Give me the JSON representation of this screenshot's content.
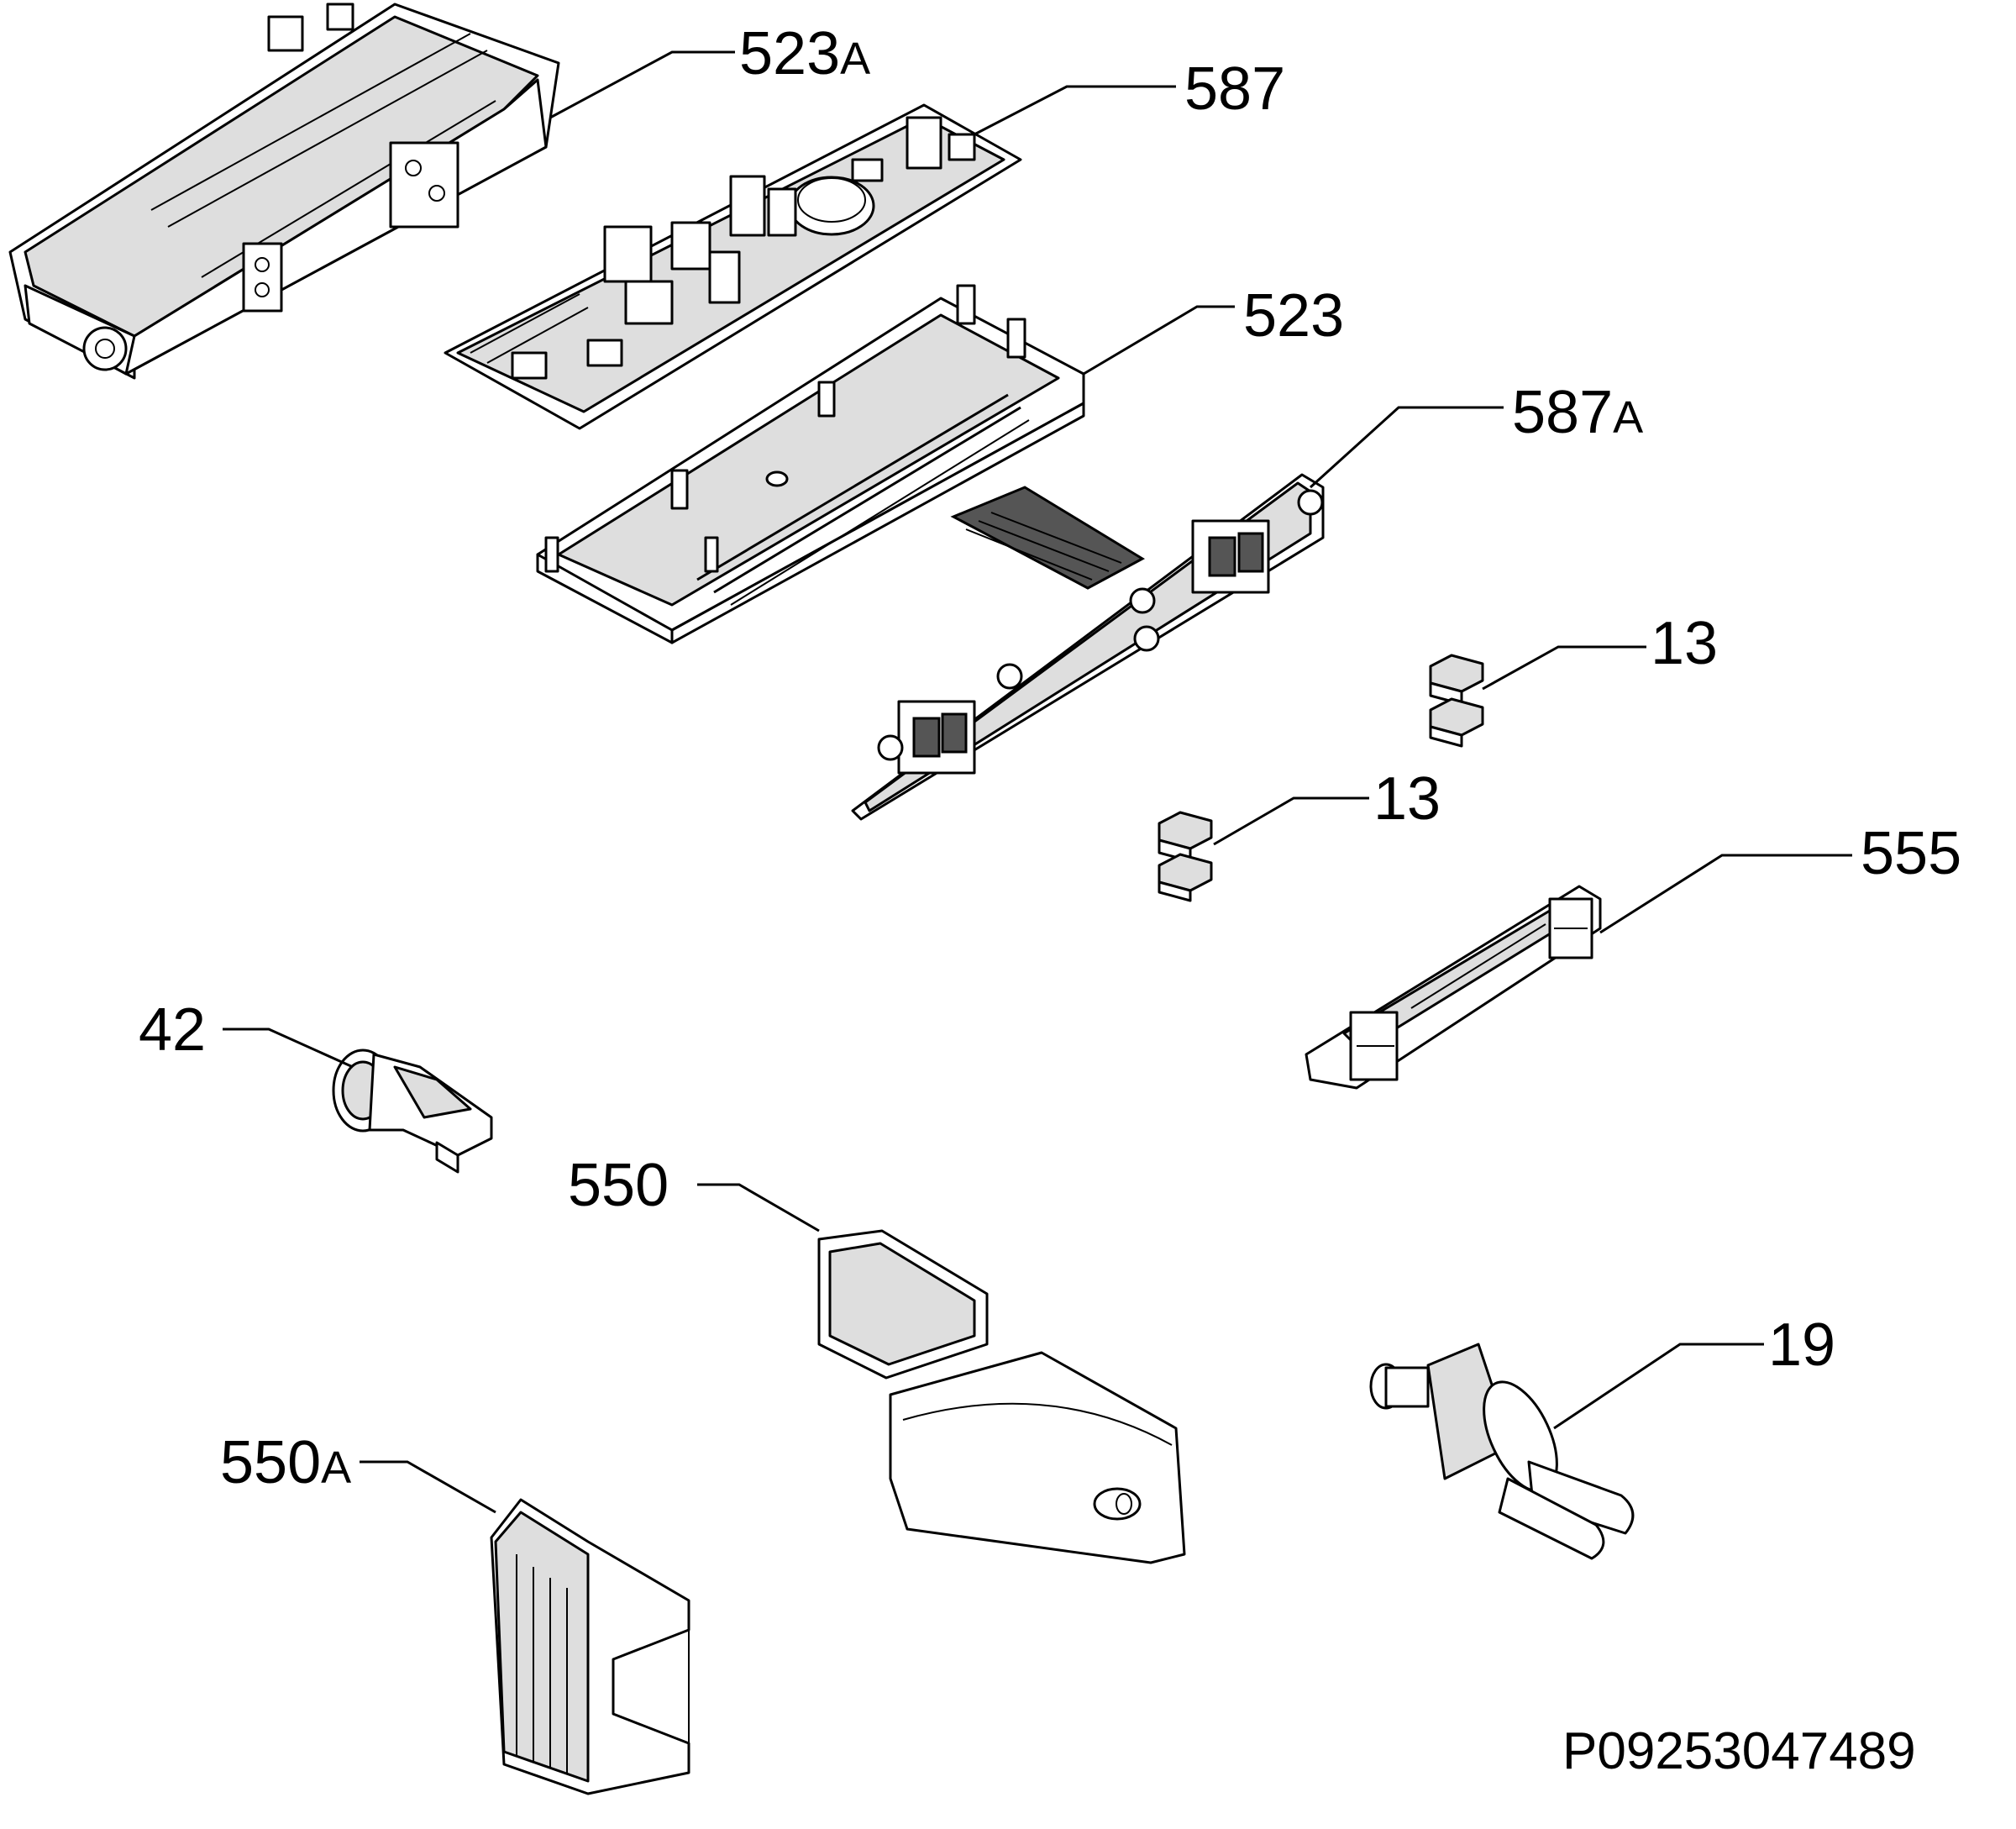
{
  "diagram": {
    "callouts": [
      {
        "id": "523a",
        "number": "523",
        "suffix": "A"
      },
      {
        "id": "587",
        "number": "587",
        "suffix": ""
      },
      {
        "id": "523",
        "number": "523",
        "suffix": ""
      },
      {
        "id": "587a",
        "number": "587",
        "suffix": "A"
      },
      {
        "id": "13-upper",
        "number": "13",
        "suffix": ""
      },
      {
        "id": "13-lower",
        "number": "13",
        "suffix": ""
      },
      {
        "id": "555",
        "number": "555",
        "suffix": ""
      },
      {
        "id": "42",
        "number": "42",
        "suffix": ""
      },
      {
        "id": "550",
        "number": "550",
        "suffix": ""
      },
      {
        "id": "19",
        "number": "19",
        "suffix": ""
      },
      {
        "id": "550a",
        "number": "550",
        "suffix": "A"
      }
    ],
    "drawing_code": "P09253047489"
  }
}
